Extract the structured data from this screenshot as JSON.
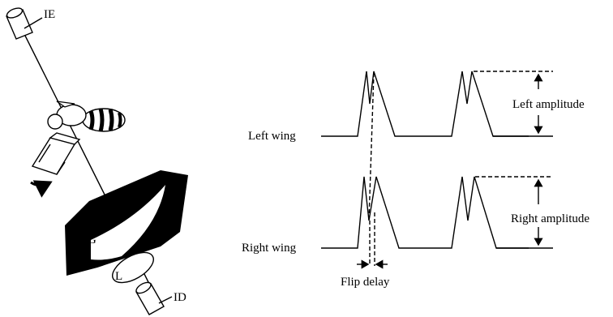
{
  "apparatus": {
    "labels": {
      "emitter": "IE",
      "detector": "ID",
      "grating": "G",
      "lens": "L"
    }
  },
  "traces": {
    "left_wing_label": "Left wing",
    "right_wing_label": "Right wing",
    "left_amplitude_label": "Left amplitude",
    "right_amplitude_label": "Right amplitude",
    "flip_delay_label": "Flip delay"
  }
}
